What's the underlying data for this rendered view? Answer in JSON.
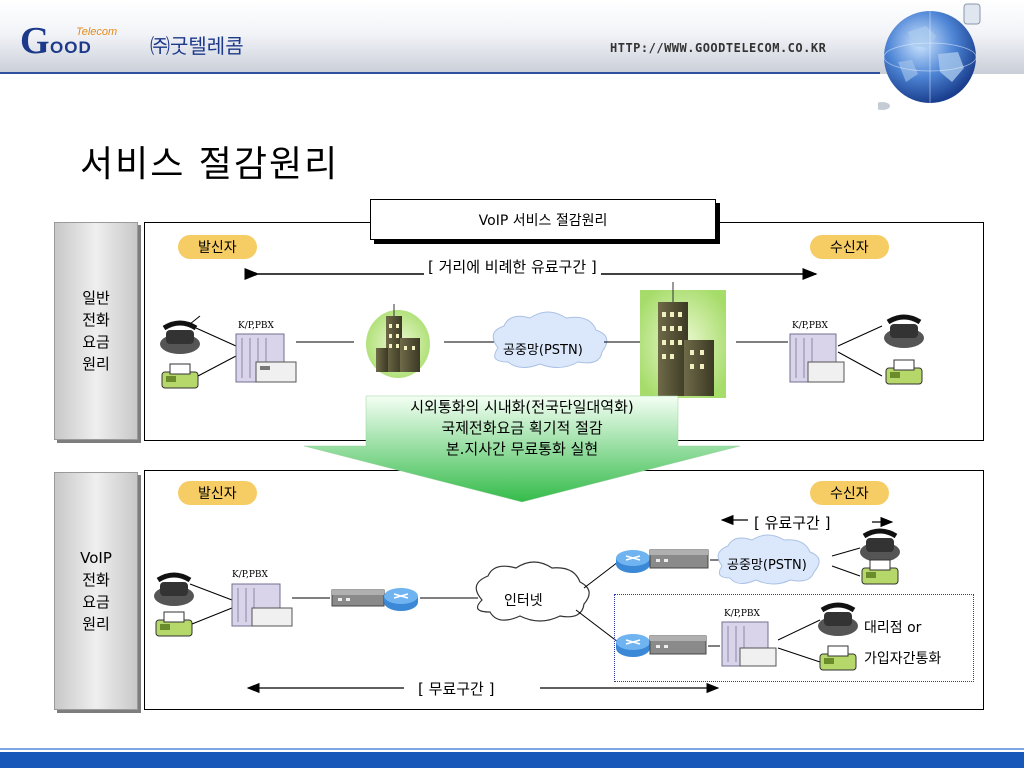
{
  "header": {
    "logo_g": "G",
    "logo_ood": "OOD",
    "logo_telecom": "Telecom",
    "company_name": "㈜굿텔레콤",
    "url": "HTTP://WWW.GOODTELECOM.CO.KR"
  },
  "title": "서비스 절감원리",
  "diagram_title": "VoIP 서비스 절감원리",
  "section1": {
    "side_label": [
      "일반",
      "전화",
      "요금",
      "원리"
    ],
    "sender": "발신자",
    "receiver": "수신자",
    "distance_note": "[ 거리에 비례한 유료구간 ]",
    "pbx_left": "K/P,PBX",
    "pbx_right": "K/P,PBX",
    "pstn": "공중망(PSTN)"
  },
  "benefits": [
    "시외통화의 시내화(전국단일대역화)",
    "국제전화요금 획기적 절감",
    "본.지사간 무료통화 실현"
  ],
  "section2": {
    "side_label": [
      "VoIP",
      "전화",
      "요금",
      "원리"
    ],
    "sender": "발신자",
    "receiver": "수신자",
    "paid_section": "[ 유료구간 ]",
    "pstn": "공중망(PSTN)",
    "internet": "인터넷",
    "pbx_left": "K/P,PBX",
    "pbx_agency": "K/P,PBX",
    "agency_line1": "대리점 or",
    "agency_line2": "가입자간통화",
    "free_section": "[ 무료구간 ]"
  },
  "colors": {
    "brand_blue": "#1d3a8a",
    "pill": "#f6cd64",
    "arrow_light": "#e8f8e8",
    "arrow_dark": "#3cc050",
    "footer": "#1858b8"
  }
}
